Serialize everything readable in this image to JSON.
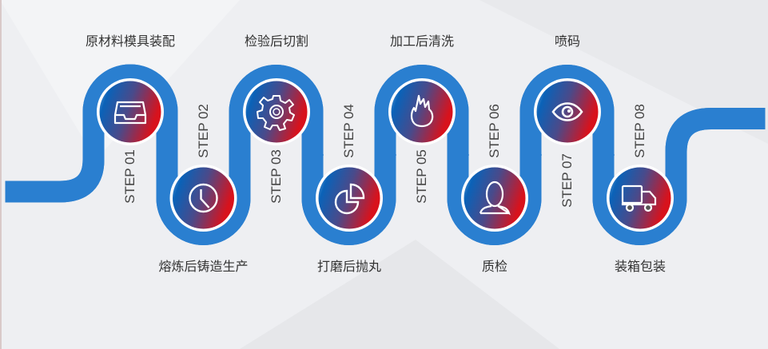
{
  "colors": {
    "line": "#2a7fd0",
    "grad_start": "#0a62b8",
    "grad_end": "#d8121c",
    "background": "#eeeff2"
  },
  "steps": [
    {
      "step": "STEP 01",
      "title": "原材料模具装配",
      "icon": "inbox-tray-icon"
    },
    {
      "step": "STEP 02",
      "title": "熔炼后铸造生产",
      "icon": "clock-icon"
    },
    {
      "step": "STEP 03",
      "title": "检验后切割",
      "icon": "gear-icon"
    },
    {
      "step": "STEP 04",
      "title": "打磨后抛丸",
      "icon": "pie-chart-icon"
    },
    {
      "step": "STEP 05",
      "title": "加工后清洗",
      "icon": "flame-icon"
    },
    {
      "step": "STEP 06",
      "title": "质检",
      "icon": "user-icon"
    },
    {
      "step": "STEP 07",
      "title": "喷码",
      "icon": "eye-icon"
    },
    {
      "step": "STEP 08",
      "title": "装箱包装",
      "icon": "truck-icon"
    }
  ]
}
